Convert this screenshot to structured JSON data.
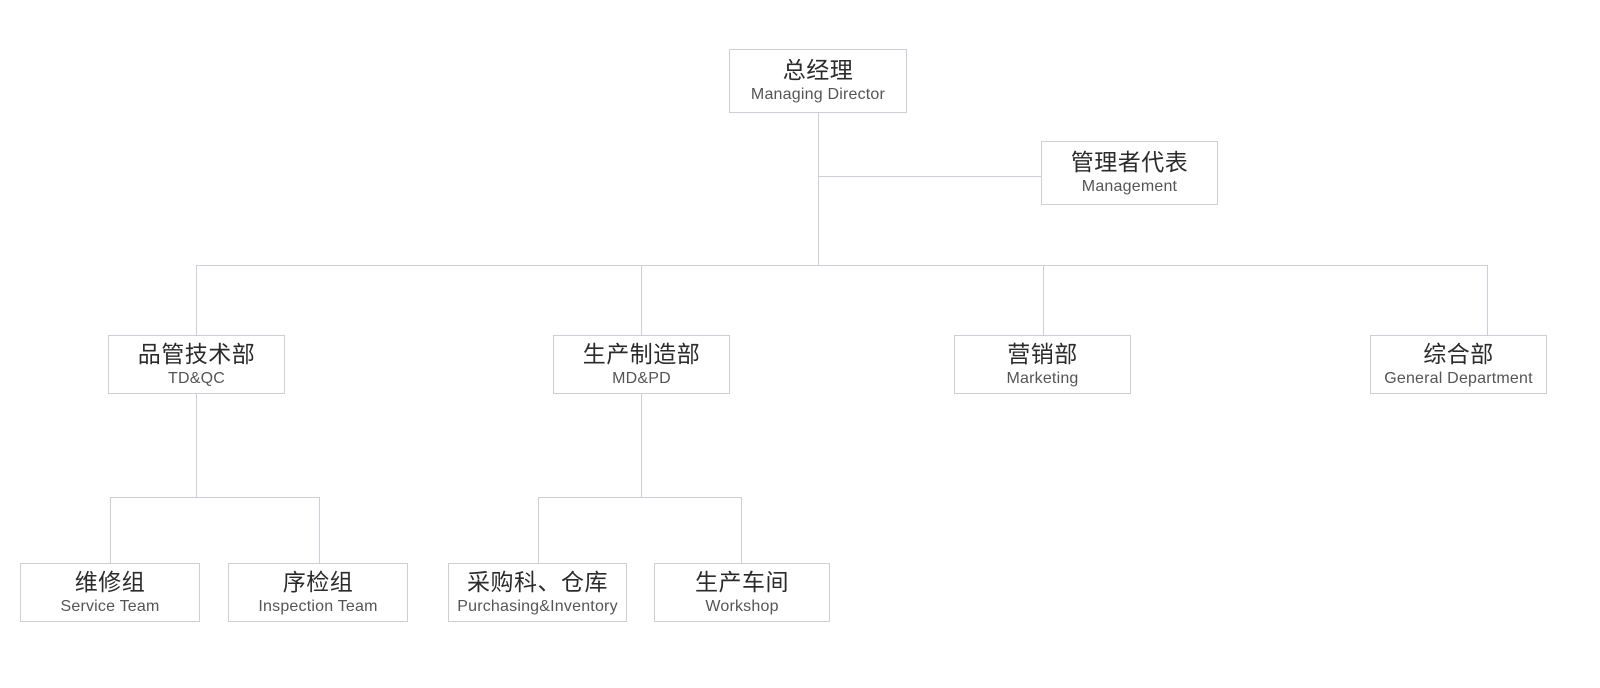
{
  "chart_data": {
    "type": "diagram",
    "diagram_kind": "organization-chart",
    "title": "",
    "line_color": "#cfcdd6",
    "box_border_color": "#cfcdd6",
    "background_color": "#ffffff",
    "primary_text_color": "#2b2b2b",
    "secondary_text_color": "#555555",
    "nodes": [
      {
        "id": "md",
        "cn": "总经理",
        "en": "Managing Director",
        "level": 0
      },
      {
        "id": "mgmt",
        "cn": "管理者代表",
        "en": "Management",
        "level": 1
      },
      {
        "id": "tdqc",
        "cn": "品管技术部",
        "en": "TD&QC",
        "level": 2
      },
      {
        "id": "mdpd",
        "cn": "生产制造部",
        "en": "MD&PD",
        "level": 2
      },
      {
        "id": "marketing",
        "cn": "营销部",
        "en": "Marketing",
        "level": 2
      },
      {
        "id": "general",
        "cn": "综合部",
        "en": "General Department",
        "level": 2
      },
      {
        "id": "service",
        "cn": "维修组",
        "en": "Service Team",
        "level": 3
      },
      {
        "id": "inspection",
        "cn": "序检组",
        "en": "Inspection Team",
        "level": 3
      },
      {
        "id": "purchasing",
        "cn": "采购科、仓库",
        "en": "Purchasing&Inventory",
        "level": 3
      },
      {
        "id": "workshop",
        "cn": "生产车间",
        "en": "Workshop",
        "level": 3
      }
    ],
    "edges": [
      {
        "from": "md",
        "to": "mgmt"
      },
      {
        "from": "md",
        "to": "tdqc"
      },
      {
        "from": "md",
        "to": "mdpd"
      },
      {
        "from": "md",
        "to": "marketing"
      },
      {
        "from": "md",
        "to": "general"
      },
      {
        "from": "tdqc",
        "to": "service"
      },
      {
        "from": "tdqc",
        "to": "inspection"
      },
      {
        "from": "mdpd",
        "to": "purchasing"
      },
      {
        "from": "mdpd",
        "to": "workshop"
      }
    ]
  },
  "nodes": {
    "md": {
      "cn": "总经理",
      "en": "Managing Director"
    },
    "mgmt": {
      "cn": "管理者代表",
      "en": "Management"
    },
    "tdqc": {
      "cn": "品管技术部",
      "en": "TD&QC"
    },
    "mdpd": {
      "cn": "生产制造部",
      "en": "MD&PD"
    },
    "marketing": {
      "cn": "营销部",
      "en": "Marketing"
    },
    "general": {
      "cn": "综合部",
      "en": "General Department"
    },
    "service": {
      "cn": "维修组",
      "en": "Service Team"
    },
    "inspection": {
      "cn": "序检组",
      "en": "Inspection Team"
    },
    "purchasing": {
      "cn": "采购科、仓库",
      "en": "Purchasing&Inventory"
    },
    "workshop": {
      "cn": "生产车间",
      "en": "Workshop"
    }
  }
}
